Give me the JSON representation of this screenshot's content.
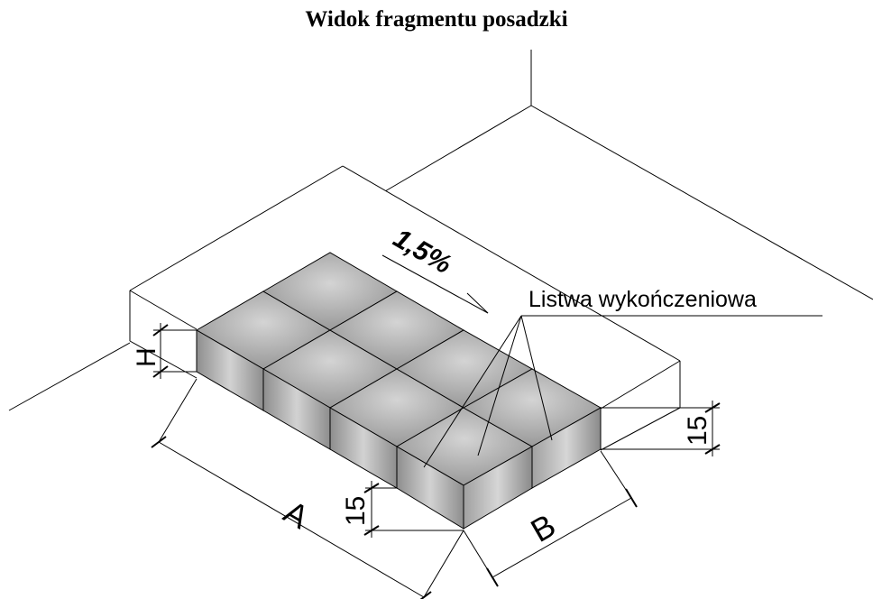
{
  "title": "Widok fragmentu posadzki",
  "labels": {
    "slope": "1,5%",
    "strip": "Listwa wykończeniowa",
    "dim_a": "A",
    "dim_b": "B",
    "dim_h": "H",
    "dim_15_front": "15",
    "dim_15_right": "15"
  }
}
